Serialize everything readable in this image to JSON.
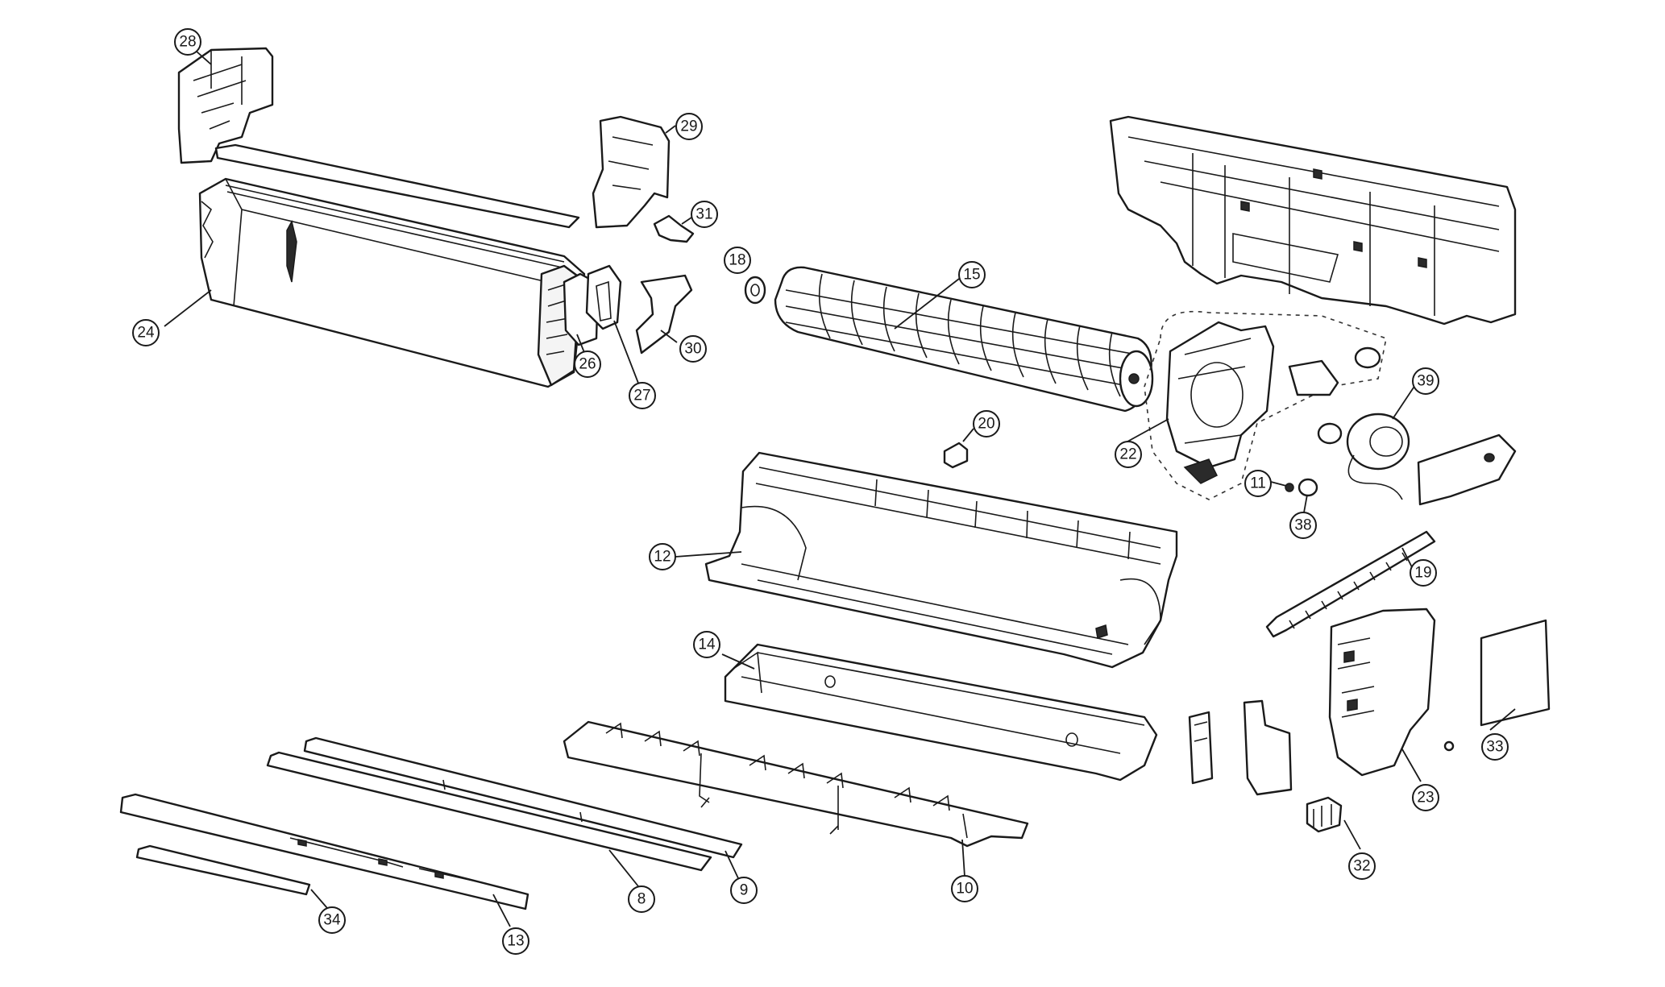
{
  "diagram": {
    "callouts": [
      {
        "id": "c28",
        "label": "28"
      },
      {
        "id": "c29",
        "label": "29"
      },
      {
        "id": "c31",
        "label": "31"
      },
      {
        "id": "c18",
        "label": "18"
      },
      {
        "id": "c15",
        "label": "15"
      },
      {
        "id": "c24",
        "label": "24"
      },
      {
        "id": "c26",
        "label": "26"
      },
      {
        "id": "c27",
        "label": "27"
      },
      {
        "id": "c30",
        "label": "30"
      },
      {
        "id": "c39",
        "label": "39"
      },
      {
        "id": "c20",
        "label": "20"
      },
      {
        "id": "c22",
        "label": "22"
      },
      {
        "id": "c11",
        "label": "11"
      },
      {
        "id": "c38",
        "label": "38"
      },
      {
        "id": "c12",
        "label": "12"
      },
      {
        "id": "c19",
        "label": "19"
      },
      {
        "id": "c14",
        "label": "14"
      },
      {
        "id": "c33",
        "label": "33"
      },
      {
        "id": "c23",
        "label": "23"
      },
      {
        "id": "c32",
        "label": "32"
      },
      {
        "id": "c9",
        "label": "9"
      },
      {
        "id": "c8",
        "label": "8"
      },
      {
        "id": "c10",
        "label": "10"
      },
      {
        "id": "c34",
        "label": "34"
      },
      {
        "id": "c13",
        "label": "13"
      }
    ]
  }
}
